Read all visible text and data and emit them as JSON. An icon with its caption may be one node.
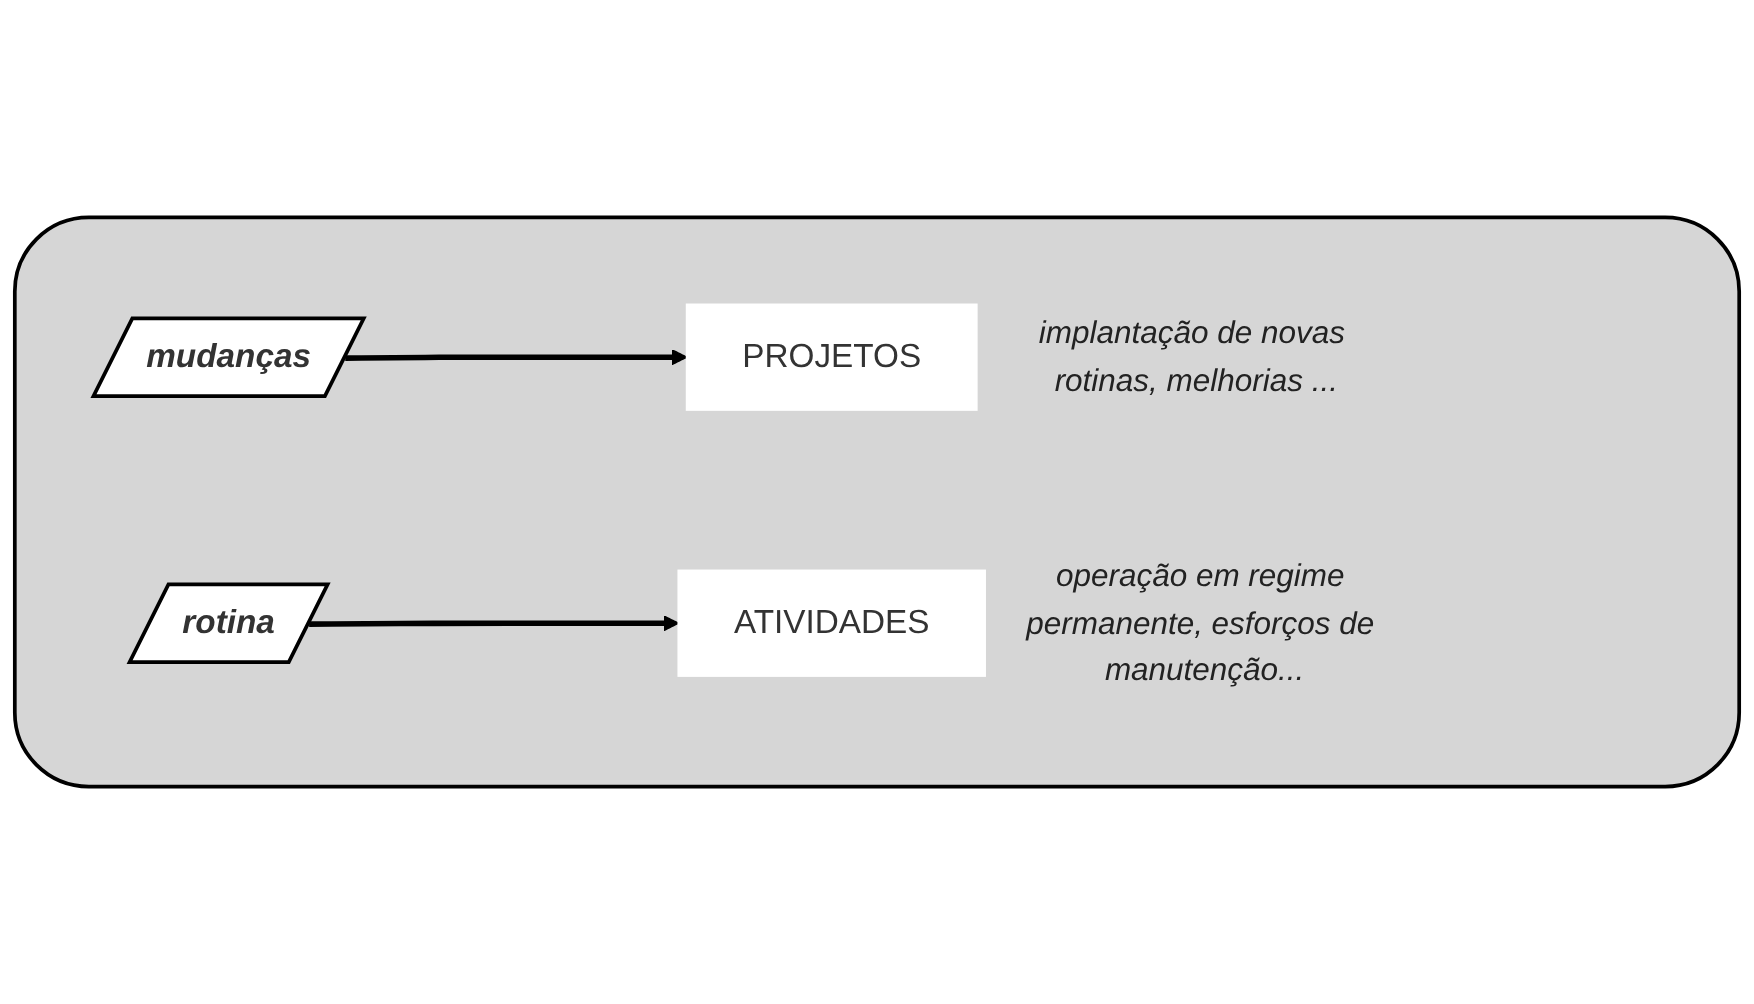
{
  "diagram": {
    "nodes": [
      {
        "text": [],
        "shape": "box"
      },
      {
        "text": [
          "mudanças"
        ],
        "in": 0
      },
      {
        "text": [
          "PROJETOS"
        ],
        "in": 0,
        "beside": [
          "implantação de novas rotinas, melhorias ..."
        ]
      },
      {
        "text": [
          "rotina"
        ],
        "in": 0
      },
      {
        "text": [
          "ATIVIDADES"
        ],
        "in": 0,
        "beside": [
          "operação em regime permanente, esforços de manutenção..."
        ]
      }
    ],
    "edges": [
      {
        "from": 1,
        "to": 2,
        "arrow": "to"
      },
      {
        "from": 3,
        "to": 4,
        "arrow": "to"
      }
    ]
  }
}
